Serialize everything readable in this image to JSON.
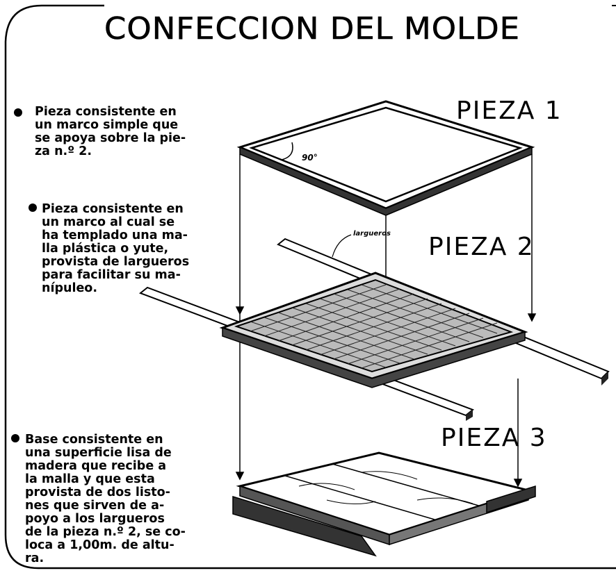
{
  "title": "CONFECCION DEL MOLDE",
  "pieces": [
    {
      "label": "PIEZA 1",
      "description": [
        "Pieza consistente en",
        "un marco simple que",
        "se apoya sobre la pie-",
        "za n.º 2."
      ]
    },
    {
      "label": "PIEZA 2",
      "description": [
        "Pieza consistente en",
        "un marco al cual se",
        "ha templado una ma-",
        "lla plástica o yute,",
        "provista de largueros",
        "para facilitar su ma-",
        "nípuleo."
      ]
    },
    {
      "label": "PIEZA 3",
      "description": [
        "Base consistente en",
        "una superficie lisa de",
        "madera que recibe a",
        "la malla y que esta",
        "provista de dos listo-",
        "nes que sirven de a-",
        "poyo a los largueros",
        "de la pieza n.º 2, se co-",
        "loca a 1,00m. de altu-",
        "ra."
      ]
    }
  ],
  "annotations": {
    "angle": "90°",
    "largueros": "largueros"
  }
}
